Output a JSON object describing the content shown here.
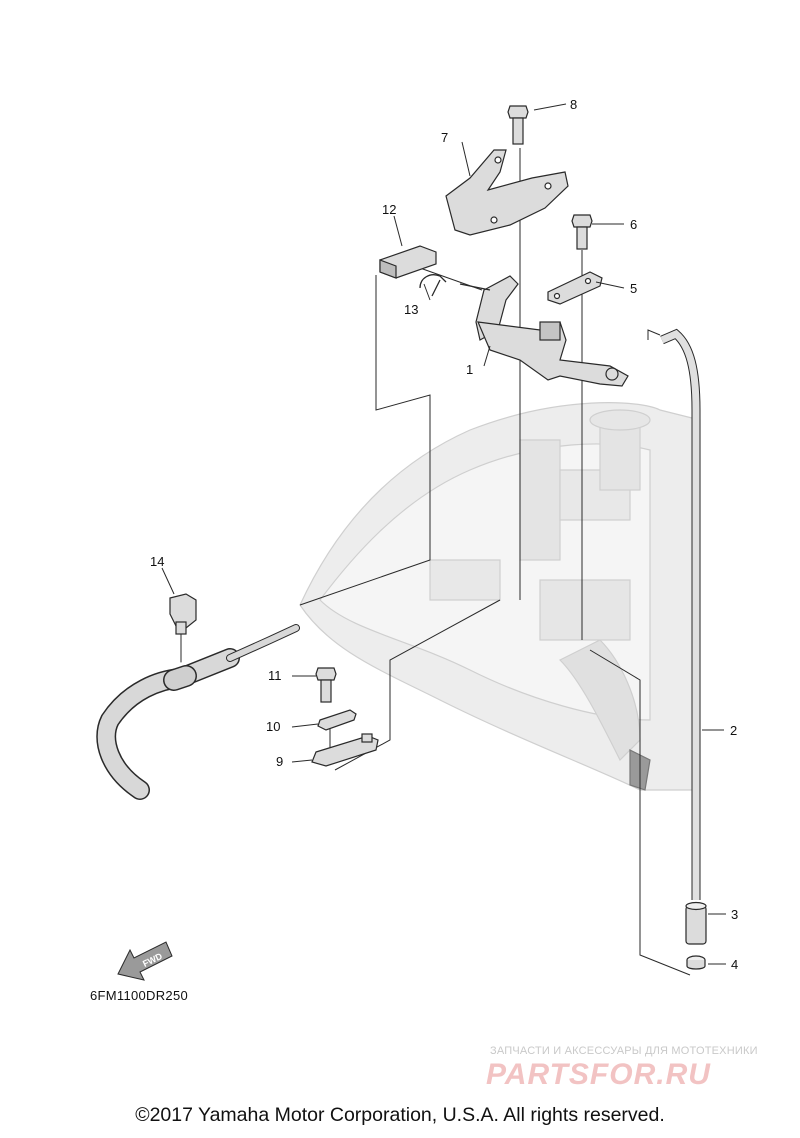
{
  "diagram": {
    "callouts": [
      {
        "id": "c1",
        "label": "1"
      },
      {
        "id": "c2",
        "label": "2"
      },
      {
        "id": "c3",
        "label": "3"
      },
      {
        "id": "c4",
        "label": "4"
      },
      {
        "id": "c5",
        "label": "5"
      },
      {
        "id": "c6",
        "label": "6"
      },
      {
        "id": "c7",
        "label": "7"
      },
      {
        "id": "c8",
        "label": "8"
      },
      {
        "id": "c9",
        "label": "9"
      },
      {
        "id": "c10",
        "label": "10"
      },
      {
        "id": "c11",
        "label": "11"
      },
      {
        "id": "c12",
        "label": "12"
      },
      {
        "id": "c13",
        "label": "13"
      },
      {
        "id": "c14",
        "label": "14"
      }
    ],
    "fwd_label": "FWD",
    "drawing_code": "6FM1100DR250",
    "copyright": "©2017 Yamaha Motor Corporation, U.S.A. All rights reserved.",
    "watermark_tagline": "ЗАПЧАСТИ И АКСЕССУАРЫ ДЛЯ МОТОТЕХНИКИ",
    "watermark_logo": "PARTSFOR.RU",
    "colors": {
      "line": "#2a2a2a",
      "ghost": "#d6d6d6",
      "ghost_fill": "#ededed",
      "part_fill": "#dcdcdc",
      "watermark": "#f2c3c3"
    }
  }
}
